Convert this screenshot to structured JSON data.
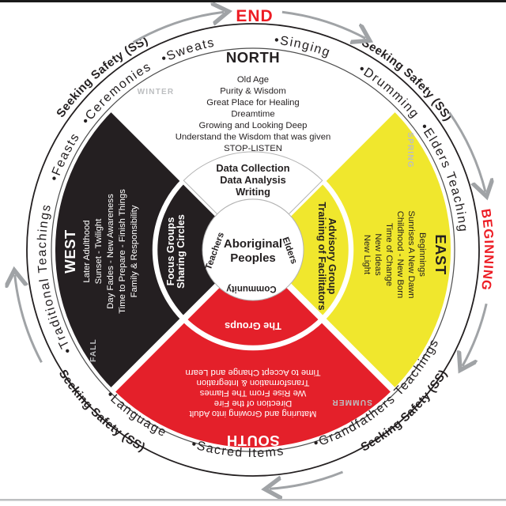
{
  "labels": {
    "end": "END",
    "beginning": "BEGINNING",
    "seeking_safety": "Seeking Safety (SS)"
  },
  "band": {
    "ceremonies": "•Ceremonies",
    "sweats": "•Sweats",
    "singing": "•Singing",
    "drumming": "•Drumming",
    "elders_teaching": "•Elders Teaching",
    "grandfathers_teachings": "•Grandfathers Teachings",
    "sacred_items": "•Sacred Items",
    "language": "•Language",
    "traditional_teachings": "•Traditional Teachings",
    "feasts": "•Feasts"
  },
  "quadrants": {
    "north": {
      "title": "NORTH",
      "season": "WINTER",
      "lines": [
        "Old Age",
        "Purity & Wisdom",
        "Great Place for Healing",
        "Dreamtime",
        "Growing and Looking Deep",
        "Understand the Wisdom that was given",
        "STOP-LISTEN"
      ],
      "ring": [
        "Data Collection",
        "Data Analysis",
        "Writing"
      ]
    },
    "east": {
      "title": "EAST",
      "season": "SPRING",
      "lines": [
        "Beginnings",
        "Sunrises A New Dawn",
        "Childhood - New Born",
        "Time of Change",
        "New Ideas",
        "New Light"
      ],
      "ring": [
        "Advisory Group",
        "Training of Facilitators"
      ]
    },
    "south": {
      "title": "SOUTH",
      "season": "SUMMER",
      "lines": [
        "Maturing and Growing into Adult",
        "Direction of the Fire",
        "We Rise From The Flames",
        "Transformation & Integration",
        "Time to Accept Change and Learn"
      ],
      "ring": [
        "The Groups"
      ]
    },
    "west": {
      "title": "WEST",
      "season": "FALL",
      "lines": [
        "Later Adulthood",
        "Sunset - Twilight",
        "Day Fades - New Awareness",
        "Time to Prepare - Finish Things",
        "Family & Responsibility"
      ],
      "ring": [
        "Focus Groups",
        "Sharing Circles"
      ]
    }
  },
  "center": {
    "line1": "Aboriginal",
    "line2": "Peoples",
    "teachers": "Teachers",
    "elders": "Elders",
    "community": "Community"
  },
  "colors": {
    "black": "#241f21",
    "red": "#e4202a",
    "yellow": "#f0e72d",
    "label_red": "#ed1c24",
    "season_gray": "#bcbec0",
    "arrow_gray": "#a0a3a6"
  }
}
